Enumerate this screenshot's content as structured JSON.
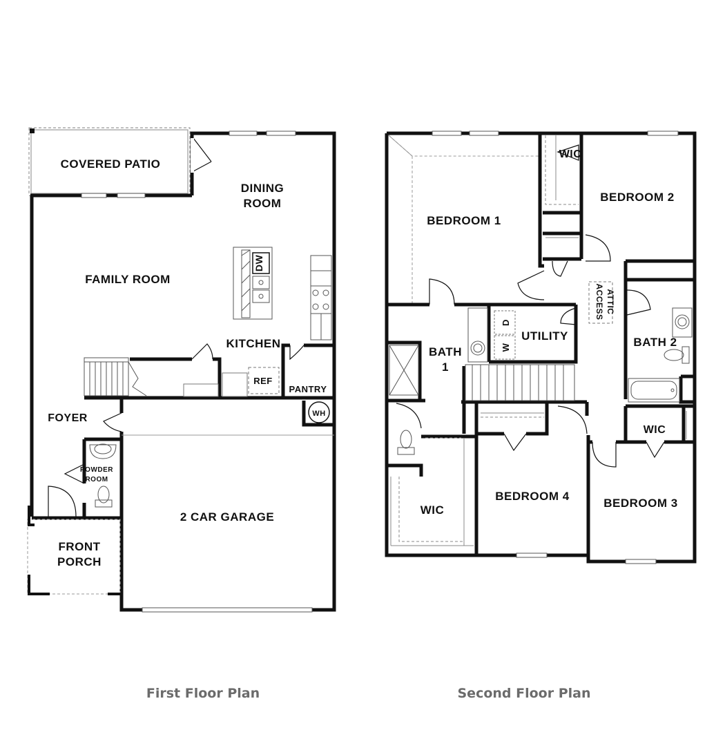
{
  "first_floor": {
    "caption": "First Floor Plan",
    "rooms": {
      "covered_patio": "COVERED PATIO",
      "dining_line1": "DINING",
      "dining_line2": "ROOM",
      "family_room": "FAMILY ROOM",
      "dw": "DW",
      "kitchen": "KITCHEN",
      "ref": "REF",
      "pantry": "PANTRY",
      "wh": "WH",
      "foyer": "FOYER",
      "powder_line1": "POWDER",
      "powder_line2": "ROOM",
      "garage": "2 CAR GARAGE",
      "porch_line1": "FRONT",
      "porch_line2": "PORCH"
    }
  },
  "second_floor": {
    "caption": "Second Floor Plan",
    "rooms": {
      "wic_top": "WIC",
      "bedroom2": "BEDROOM 2",
      "bedroom1": "BEDROOM 1",
      "attic_line1": "ATTIC",
      "attic_line2": "ACCESS",
      "d": "D",
      "w": "W",
      "utility": "UTILITY",
      "bath1_line1": "BATH",
      "bath1_line2": "1",
      "bath2": "BATH 2",
      "wic_right": "WIC",
      "bedroom4": "BEDROOM 4",
      "bedroom3": "BEDROOM 3",
      "wic_left": "WIC"
    }
  }
}
